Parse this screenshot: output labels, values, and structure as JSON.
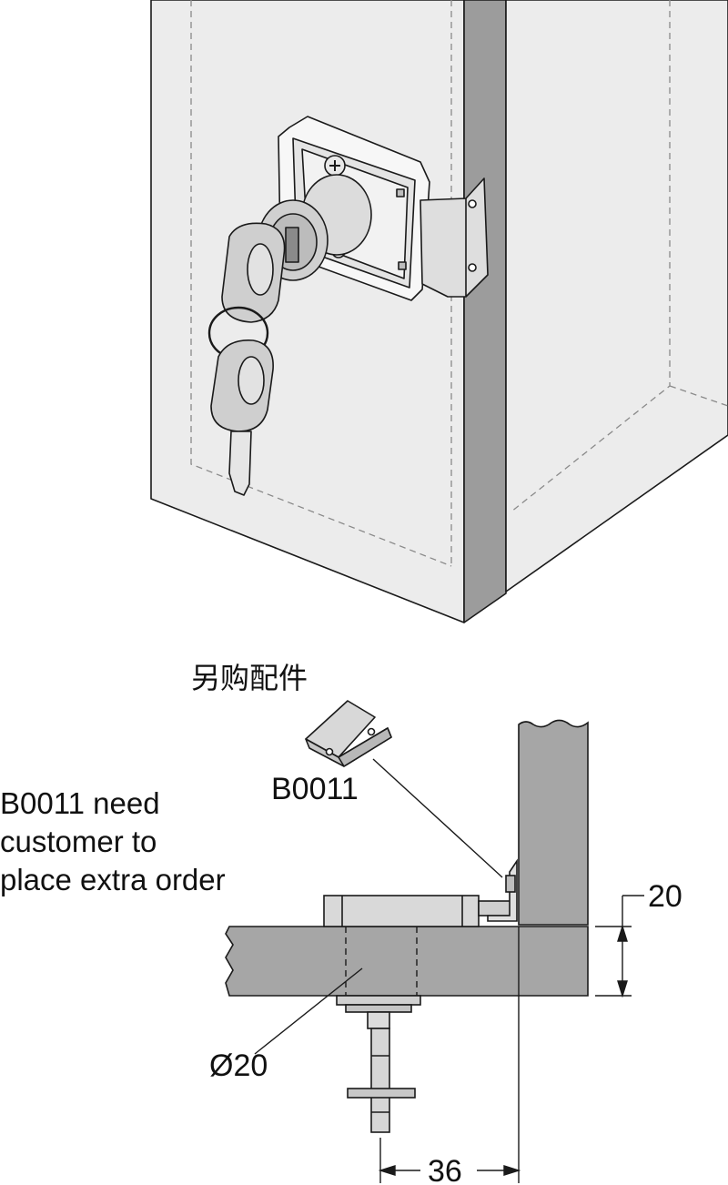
{
  "accessory": {
    "heading": "另购配件",
    "part_number": "B0011"
  },
  "note": {
    "line1": "B0011 need",
    "line2": "customer to",
    "line3": "place extra order"
  },
  "dimensions": {
    "thickness": "20",
    "bore_diameter": "Ø20",
    "backset": "36"
  },
  "colors": {
    "panel": "#ececec",
    "edge": "#9c9c9c",
    "board": "#a6a6a6",
    "metal": "#d9d9d9",
    "line": "#1a1a1a"
  }
}
